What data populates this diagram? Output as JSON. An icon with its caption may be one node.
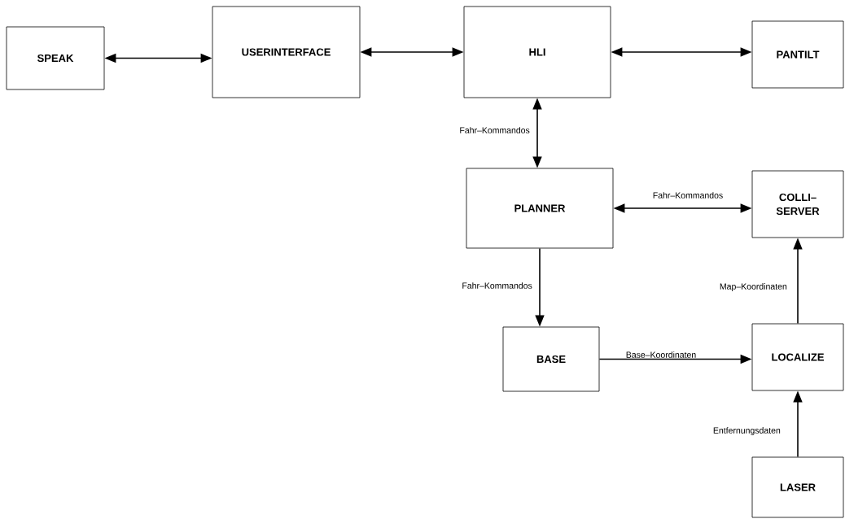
{
  "diagram": {
    "nodes": [
      {
        "text": [
          "SPEAK"
        ]
      },
      {
        "text": [
          "USERINTERFACE"
        ]
      },
      {
        "text": [
          "HLI"
        ]
      },
      {
        "text": [
          "PANTILT"
        ]
      },
      {
        "text": [
          "PLANNER"
        ]
      },
      {
        "text": [
          "COLLI– SERVER"
        ]
      },
      {
        "text": [
          "BASE"
        ]
      },
      {
        "text": [
          "LOCALIZE"
        ]
      },
      {
        "text": [
          "LASER"
        ]
      }
    ],
    "edges": [
      {
        "from": 0,
        "to": 1,
        "arrow": "both"
      },
      {
        "from": 1,
        "to": 2,
        "arrow": "both"
      },
      {
        "from": 2,
        "to": 3,
        "arrow": "both"
      },
      {
        "from": 2,
        "to": 4,
        "arrow": "both",
        "label": "Fahr–Kommandos"
      },
      {
        "from": 4,
        "to": 5,
        "arrow": "both",
        "label": "Fahr–Kommandos"
      },
      {
        "from": 4,
        "to": 6,
        "arrow": "to",
        "label": "Fahr–Kommandos"
      },
      {
        "from": 6,
        "to": 7,
        "arrow": "to",
        "label": "Base–Koordinaten"
      },
      {
        "from": 7,
        "to": 5,
        "arrow": "to",
        "label": "Map–Koordinaten"
      },
      {
        "from": 8,
        "to": 7,
        "arrow": "to",
        "label": "Entfernungsdaten"
      }
    ]
  }
}
